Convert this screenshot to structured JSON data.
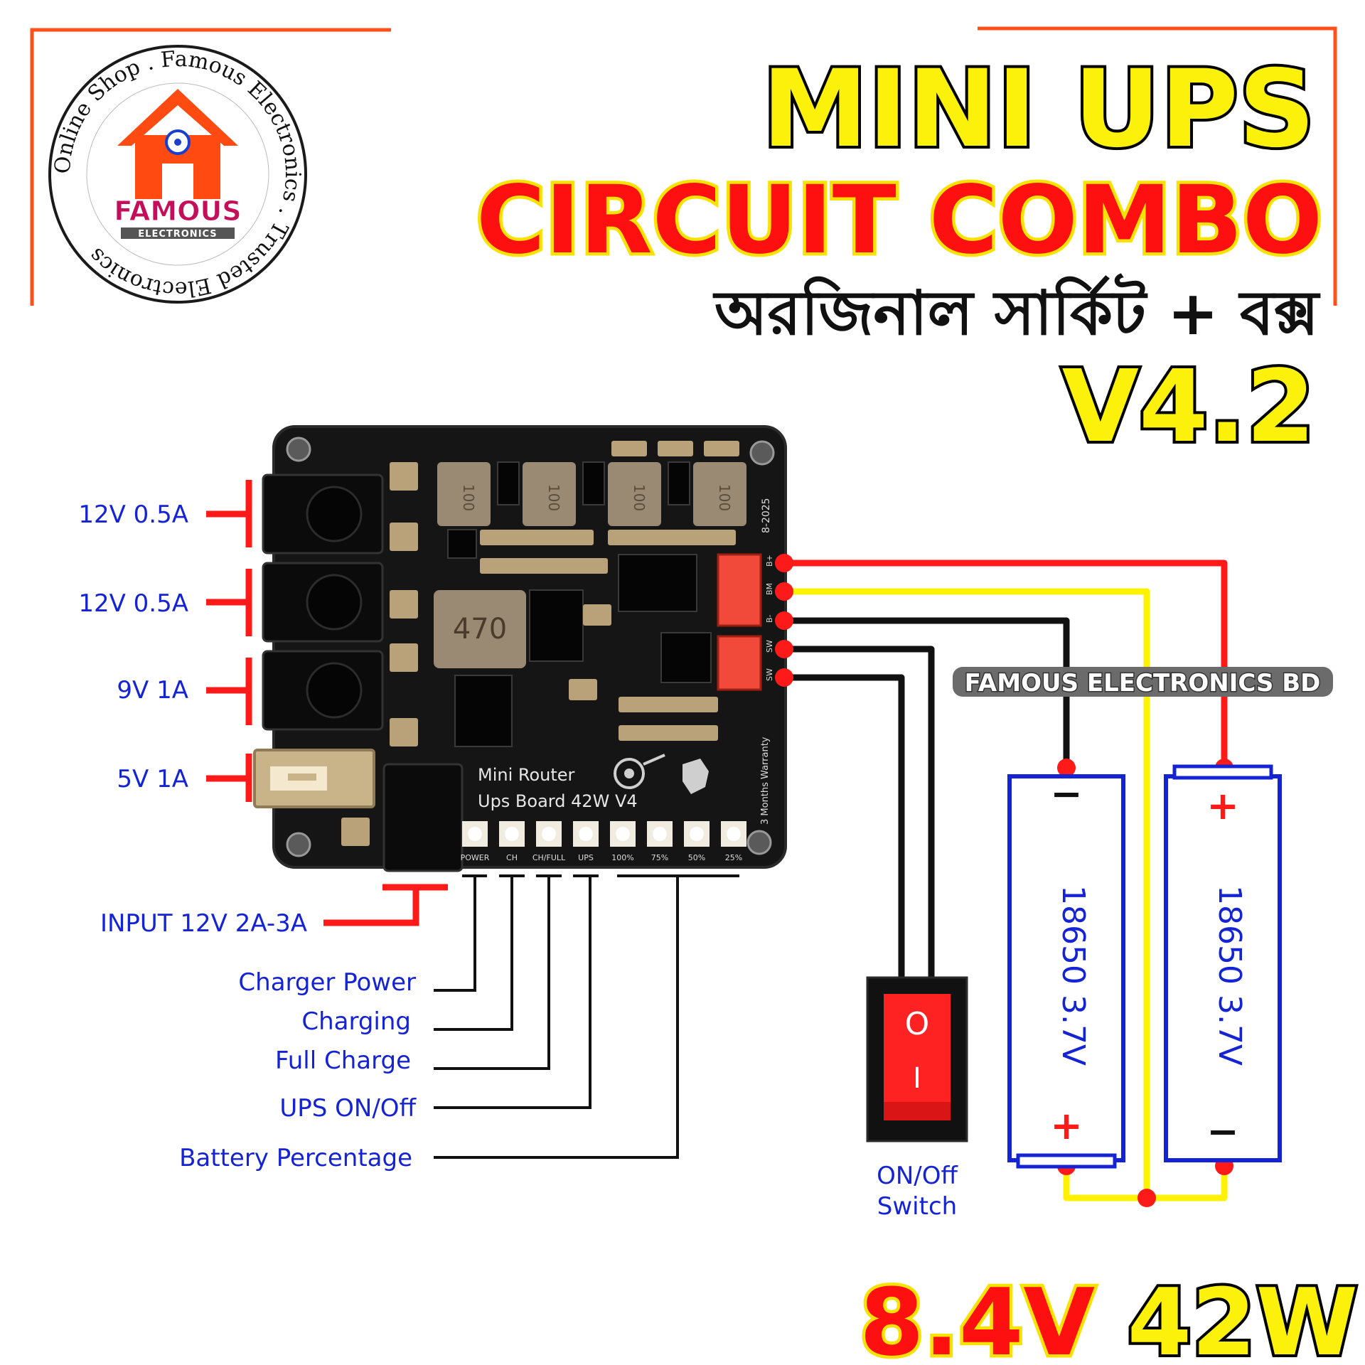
{
  "title": {
    "line1": "MINI UPS",
    "line2": "CIRCUIT COMBO",
    "line3_bn": "অরজিনাল সার্কিট + বক্স",
    "version": "V4.2"
  },
  "logo": {
    "ring_text": "Online Shop . Famous Electronics . Trusted Electronics",
    "brand": "FAMOUS",
    "sub": "ELECTRONICS"
  },
  "outputs": [
    {
      "label": "12V 0.5A"
    },
    {
      "label": "12V 0.5A"
    },
    {
      "label": "9V 1A"
    },
    {
      "label": "5V 1A"
    }
  ],
  "input_label": "INPUT 12V 2A-3A",
  "indicators": [
    {
      "label": "Charger Power"
    },
    {
      "label": "Charging"
    },
    {
      "label": "Full Charge"
    },
    {
      "label": "UPS ON/Off"
    },
    {
      "label": "Battery Percentage"
    }
  ],
  "board": {
    "name_line1": "Mini Router",
    "name_line2": "Ups Board 42W V4",
    "inductor_small": "100",
    "inductor_big": "470",
    "date": "8-2025",
    "warranty": "3 Months Warranty",
    "led_labels": [
      "POWER",
      "CH",
      "CH/FULL",
      "UPS",
      "100%",
      "75%",
      "50%",
      "25%"
    ],
    "pins": [
      "B+",
      "BM",
      "B-",
      "SW",
      "SW"
    ]
  },
  "watermark": "FAMOUS ELECTRONICS BD",
  "switch": {
    "on_symbol": "O",
    "off_symbol": "I",
    "label_line1": "ON/Off",
    "label_line2": "Switch"
  },
  "batteries": [
    {
      "text": "18650  3.7V",
      "plus": "+",
      "minus": "−"
    },
    {
      "text": "18650  3.7V",
      "plus": "+",
      "minus": "−"
    }
  ],
  "spec": {
    "voltage": "8.4V",
    "power": "42W"
  },
  "colors": {
    "wire_red": "#ff1a1a",
    "wire_yellow": "#fff200",
    "wire_black": "#111111",
    "label_blue": "#1423d4",
    "frame_orange": "#ff4f1a"
  }
}
